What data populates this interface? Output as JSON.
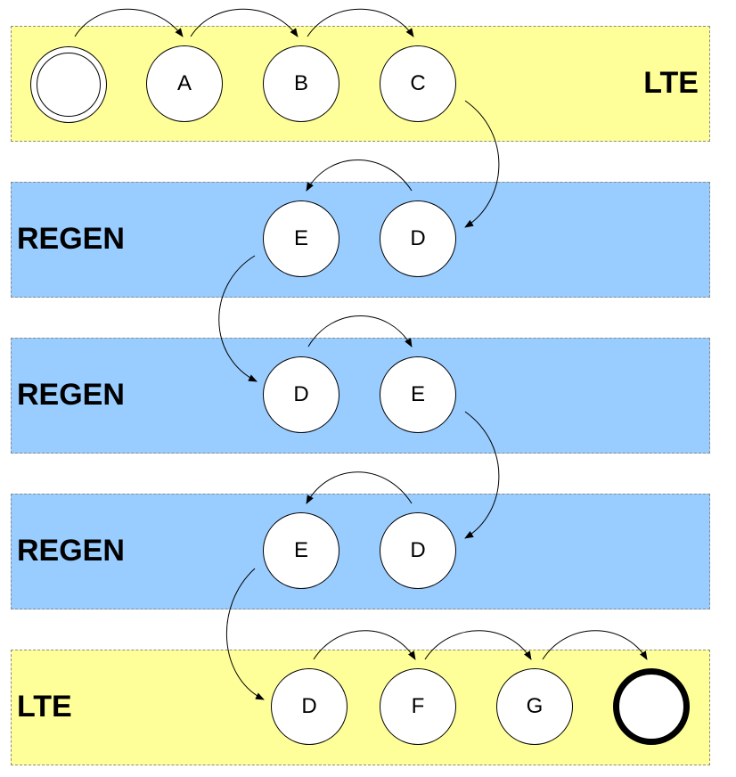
{
  "colors": {
    "lte_fill": "#ffff99",
    "regen_fill": "#99ccff",
    "node_fill": "#ffffff",
    "stroke": "#000000"
  },
  "lanes": [
    {
      "label": "LTE",
      "label_side": "right",
      "type": "lte"
    },
    {
      "label": "REGEN",
      "label_side": "left",
      "type": "regen"
    },
    {
      "label": "REGEN",
      "label_side": "left",
      "type": "regen"
    },
    {
      "label": "REGEN",
      "label_side": "left",
      "type": "regen"
    },
    {
      "label": "LTE",
      "label_side": "left",
      "type": "lte"
    }
  ],
  "nodes": {
    "lane1": {
      "start": "",
      "a": "A",
      "b": "B",
      "c": "C"
    },
    "lane2": {
      "e": "E",
      "d": "D"
    },
    "lane3": {
      "d": "D",
      "e": "E"
    },
    "lane4": {
      "e": "E",
      "d": "D"
    },
    "lane5": {
      "d": "D",
      "f": "F",
      "g": "G",
      "end": ""
    }
  }
}
